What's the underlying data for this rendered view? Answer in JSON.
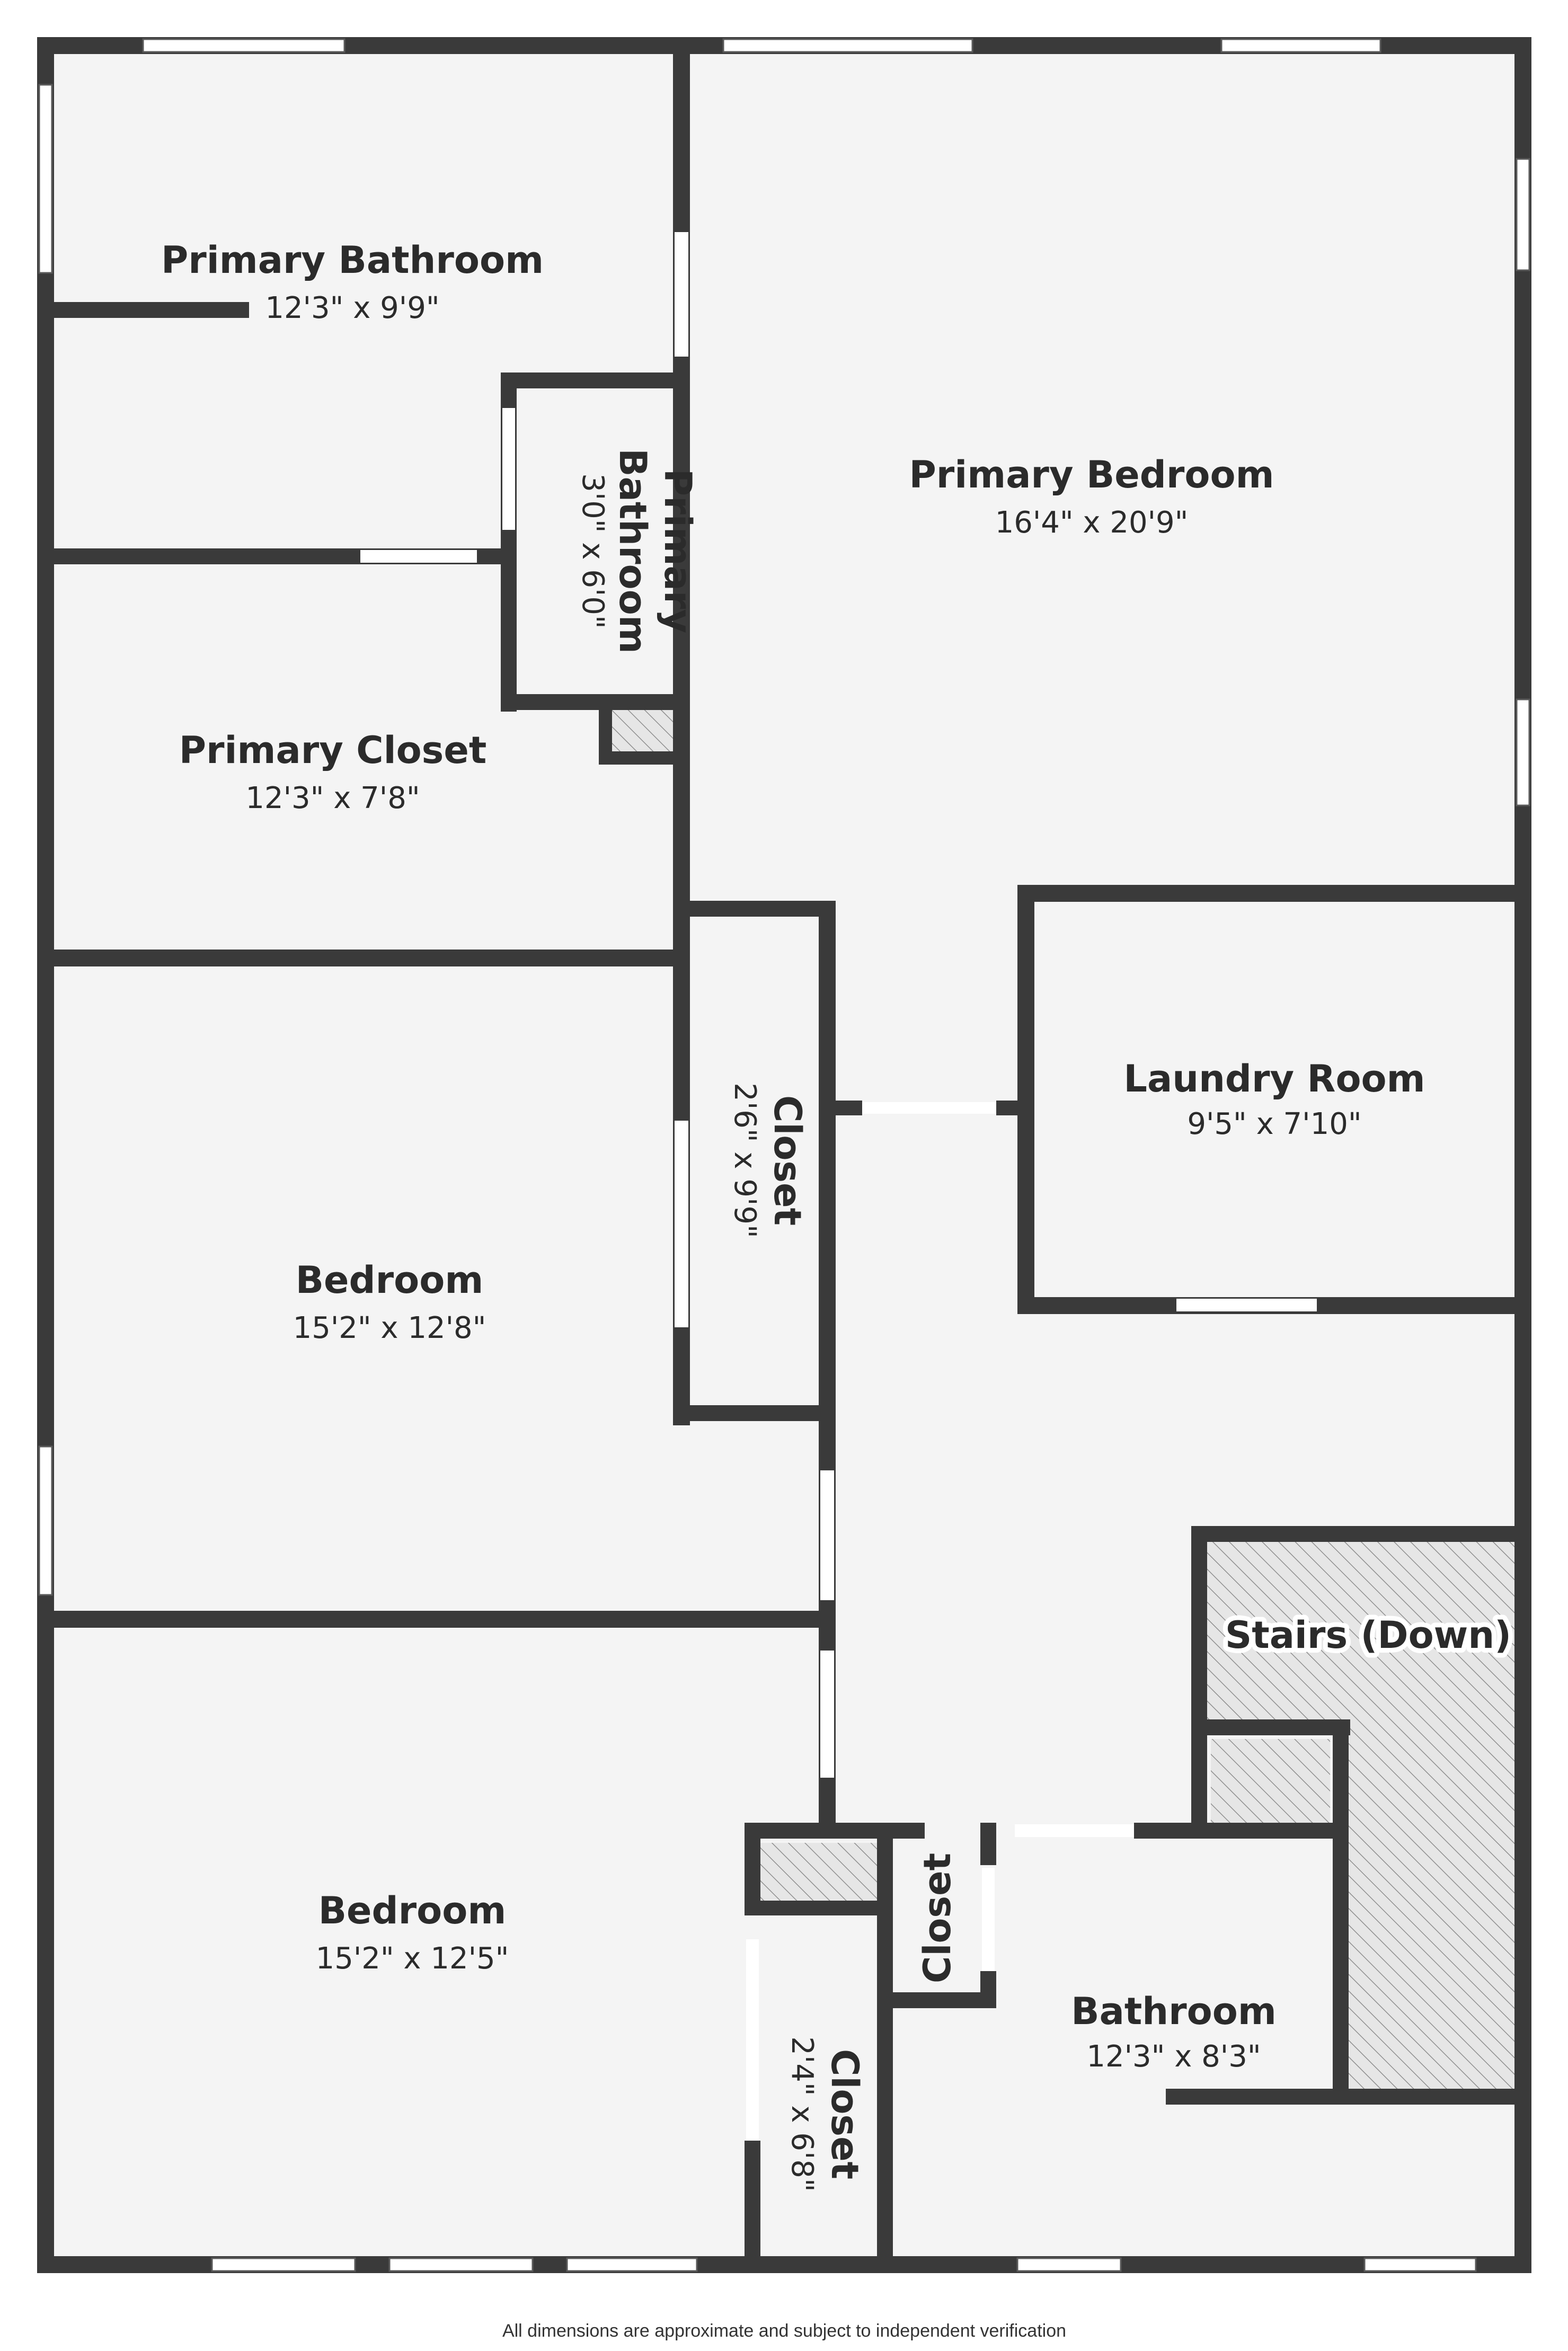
{
  "rooms": {
    "primary_bathroom": {
      "name": "Primary Bathroom",
      "dims": "12'3\" x 9'9\""
    },
    "primary_bathroom_small": {
      "name_line1": "Primary",
      "name_line2": "Bathroom",
      "dims": "3'0\" x 6'0\""
    },
    "primary_bedroom": {
      "name": "Primary Bedroom",
      "dims": "16'4\" x 20'9\""
    },
    "primary_closet": {
      "name": "Primary Closet",
      "dims": "12'3\" x 7'8\""
    },
    "closet_center": {
      "name": "Closet",
      "dims": "2'6\" x 9'9\""
    },
    "laundry_room": {
      "name": "Laundry Room",
      "dims": "9'5\" x 7'10\""
    },
    "bedroom_middle": {
      "name": "Bedroom",
      "dims": "15'2\" x 12'8\""
    },
    "stairs": {
      "name": "Stairs (Down)"
    },
    "bedroom_bottom": {
      "name": "Bedroom",
      "dims": "15'2\" x 12'5\""
    },
    "closet_small": {
      "name": "Closet"
    },
    "bathroom": {
      "name": "Bathroom",
      "dims": "12'3\" x 8'3\""
    },
    "closet_bottom": {
      "name": "Closet",
      "dims": "2'4\" x 6'8\""
    }
  },
  "footer": {
    "disclaimer": "All dimensions are approximate and subject to independent verification"
  },
  "colors": {
    "wall": "#3a3a3a",
    "floor": "#f4f4f4",
    "hatch": "#9a9a9a",
    "opening": "#ffffff"
  }
}
